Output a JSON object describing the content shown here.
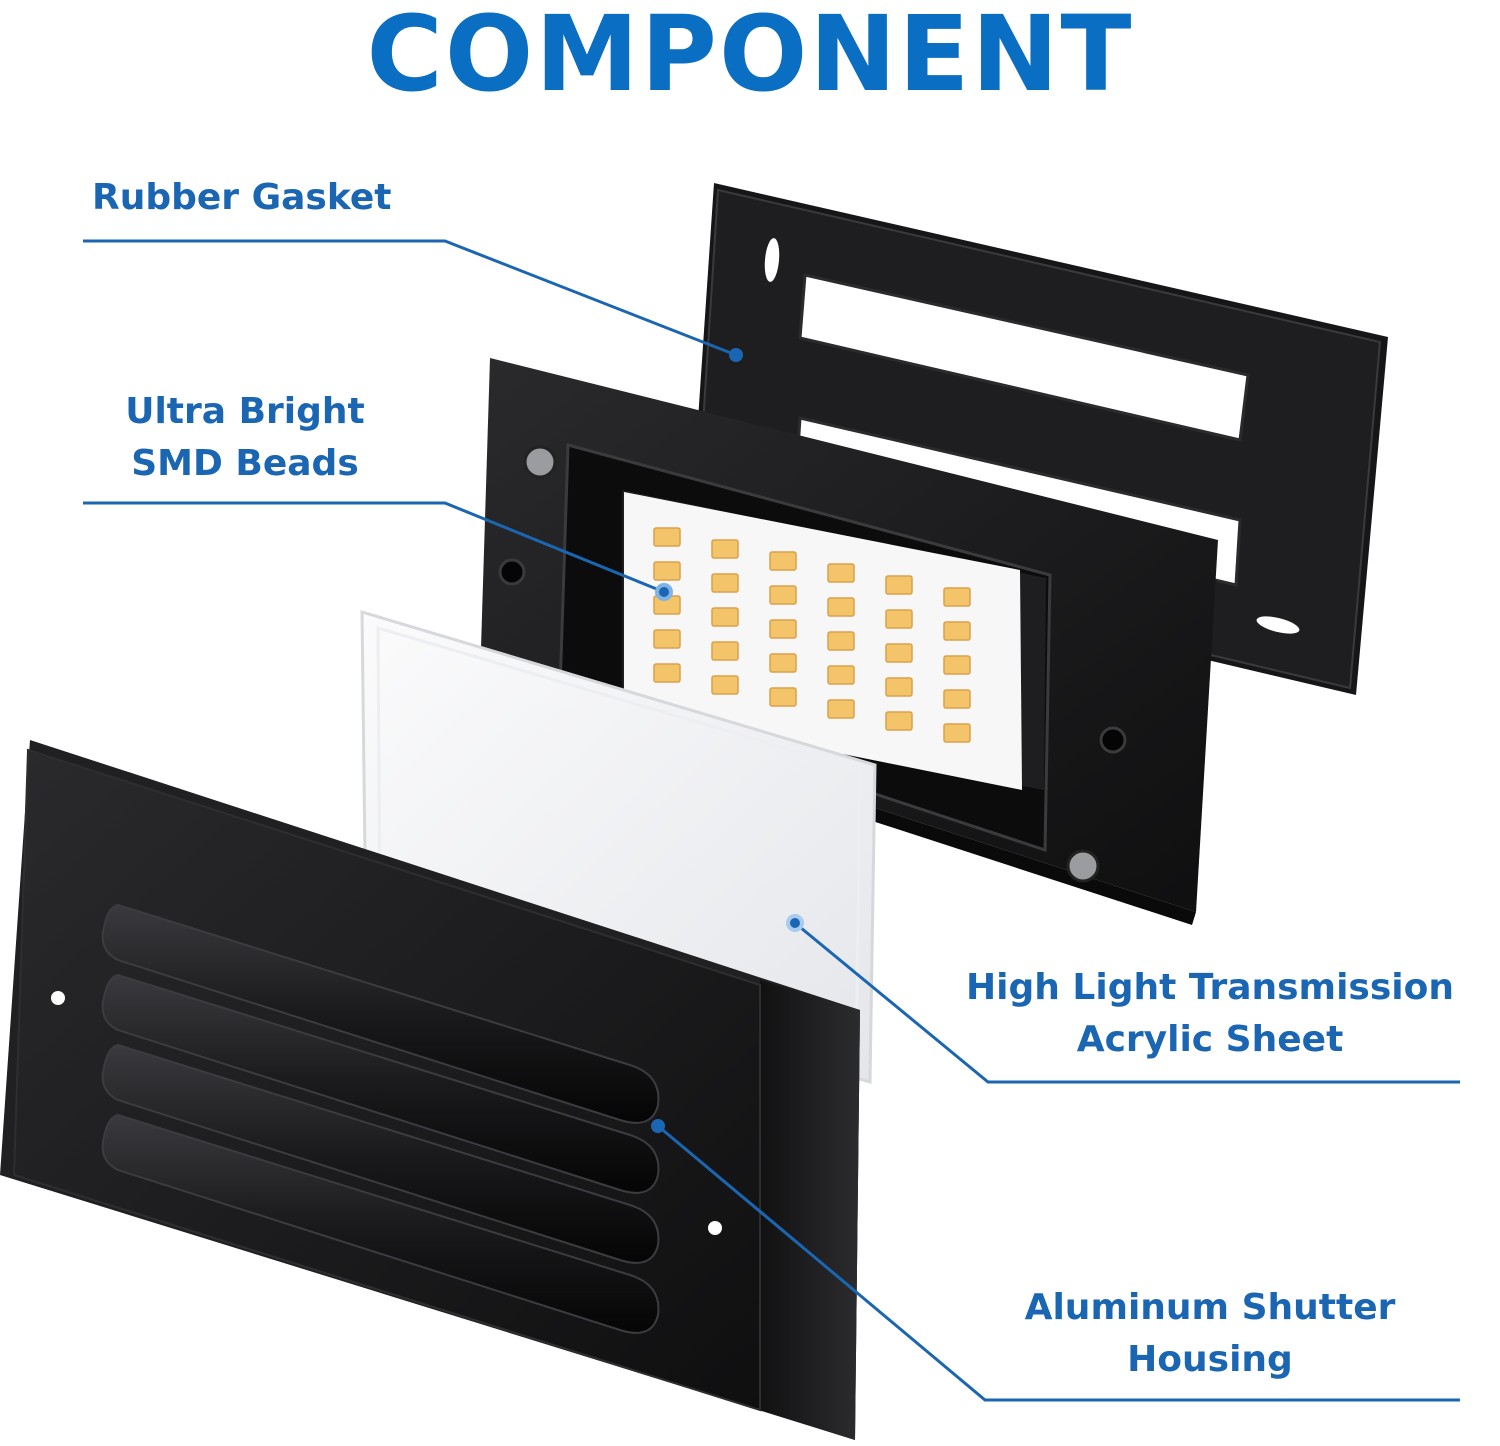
{
  "title": "COMPONENT",
  "colors": {
    "accent": "#0a6fc2",
    "leader_line": "#1a66b2",
    "housing": "#1b1b1d",
    "led": "#f4c46a",
    "acrylic": "#f1f2f4"
  },
  "labels": {
    "rubber_gasket": "Rubber Gasket",
    "smd_beads_line1": "Ultra Bright",
    "smd_beads_line2": "SMD Beads",
    "acrylic_line1": "High Light Transmission",
    "acrylic_line2": "Acrylic Sheet",
    "shutter_line1": "Aluminum Shutter",
    "shutter_line2": "Housing"
  },
  "led_grid": {
    "columns": 6,
    "rows": 5
  },
  "shutter_slats": 4
}
